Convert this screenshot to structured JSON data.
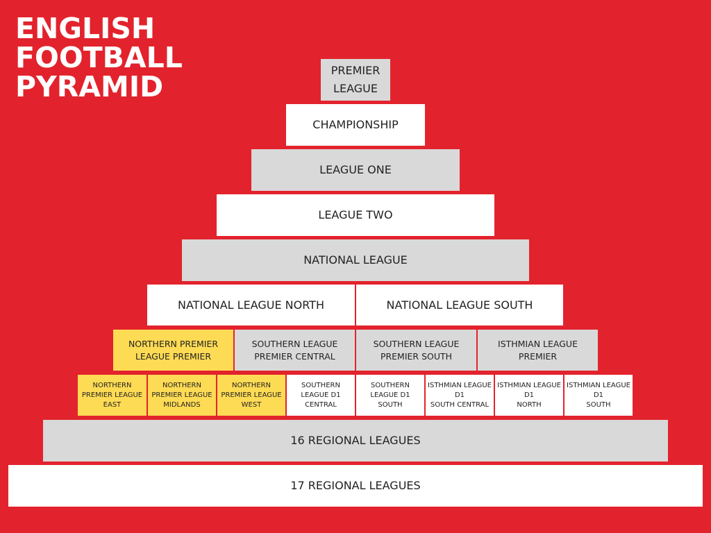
{
  "title": "ENGLISH\nFOOTBALL\nPYRAMID",
  "colors": {
    "background": "#e2232d",
    "gray": "#d9d9d9",
    "white": "#ffffff",
    "northern": "#fedb54"
  },
  "tiers": {
    "t1": "PREMIER\nLEAGUE",
    "t2": "CHAMPIONSHIP",
    "t3": "LEAGUE ONE",
    "t4": "LEAGUE TWO",
    "t5": "NATIONAL LEAGUE",
    "t6": [
      "NATIONAL LEAGUE NORTH",
      "NATIONAL LEAGUE SOUTH"
    ],
    "t7": [
      "NORTHERN PREMIER\nLEAGUE PREMIER",
      "SOUTHERN LEAGUE\nPREMIER CENTRAL",
      "SOUTHERN LEAGUE\nPREMIER SOUTH",
      "ISTHMIAN LEAGUE\nPREMIER"
    ],
    "t8": [
      "NORTHERN\nPREMIER LEAGUE\nEAST",
      "NORTHERN\nPREMIER LEAGUE\nMIDLANDS",
      "NORTHERN\nPREMIER LEAGUE\nWEST",
      "SOUTHERN\nLEAGUE D1\nCENTRAL",
      "SOUTHERN\nLEAGUE D1\nSOUTH",
      "ISTHMIAN LEAGUE\nD1\nSOUTH CENTRAL",
      "ISTHMIAN LEAGUE\nD1\nNORTH",
      "ISTHMIAN LEAGUE\nD1\nSOUTH"
    ],
    "t9": "16 REGIONAL LEAGUES",
    "t10": "17 REGIONAL LEAGUES"
  }
}
